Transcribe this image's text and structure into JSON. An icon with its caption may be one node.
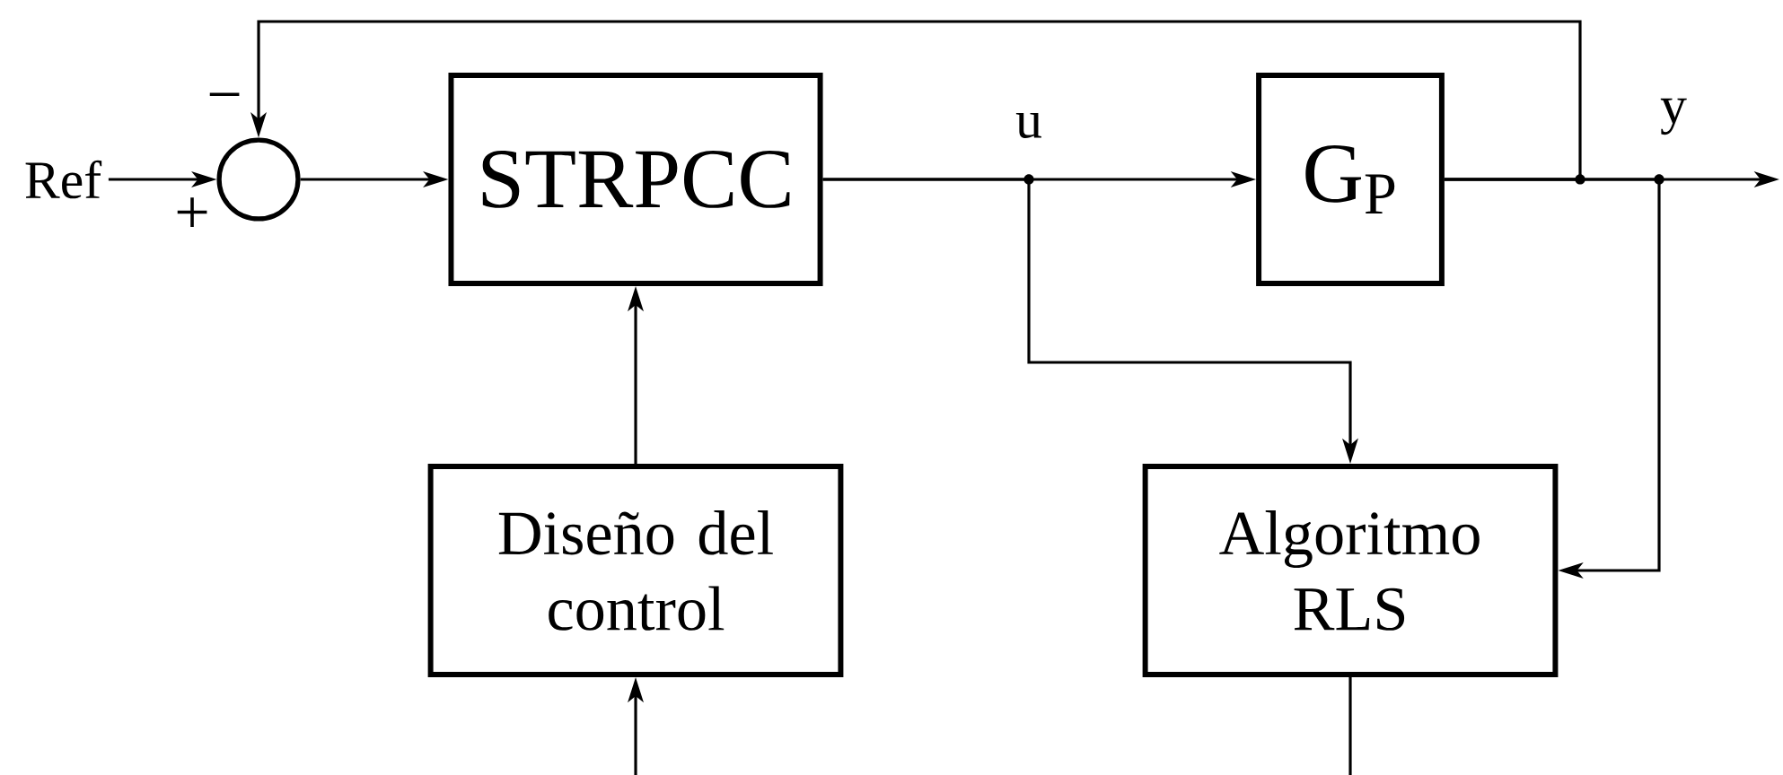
{
  "diagram": {
    "nodes": [
      {
        "text": [
          "Ref"
        ]
      },
      {
        "text": [],
        "shape": "circle"
      },
      {
        "text": [
          "STRPCC"
        ]
      },
      {
        "text": [
          "G$_{P}$"
        ]
      },
      {
        "text": [
          "Diseño del control"
        ]
      },
      {
        "text": [
          "Algoritmo RLS"
        ]
      }
    ],
    "edges": [
      {
        "from": 0,
        "to": 1,
        "arrow": "to"
      },
      {
        "from": 1,
        "to": 2,
        "arrow": "to"
      },
      {
        "from": 2,
        "to": 3,
        "arrow": "to"
      },
      {
        "from": 2,
        "to": 5,
        "arrow": "to"
      },
      {
        "from": 3,
        "to": null,
        "arrow": "to"
      },
      {
        "from": 3,
        "to": 1,
        "arrow": "to"
      },
      {
        "from": 3,
        "to": 5,
        "arrow": "to"
      },
      {
        "from": 4,
        "to": 2,
        "arrow": "to"
      },
      {
        "from": 5,
        "to": null,
        "arrow": "none"
      },
      {
        "from": null,
        "to": 4,
        "arrow": "to"
      }
    ],
    "labels": [
      "−",
      "+",
      "u",
      "y"
    ]
  }
}
